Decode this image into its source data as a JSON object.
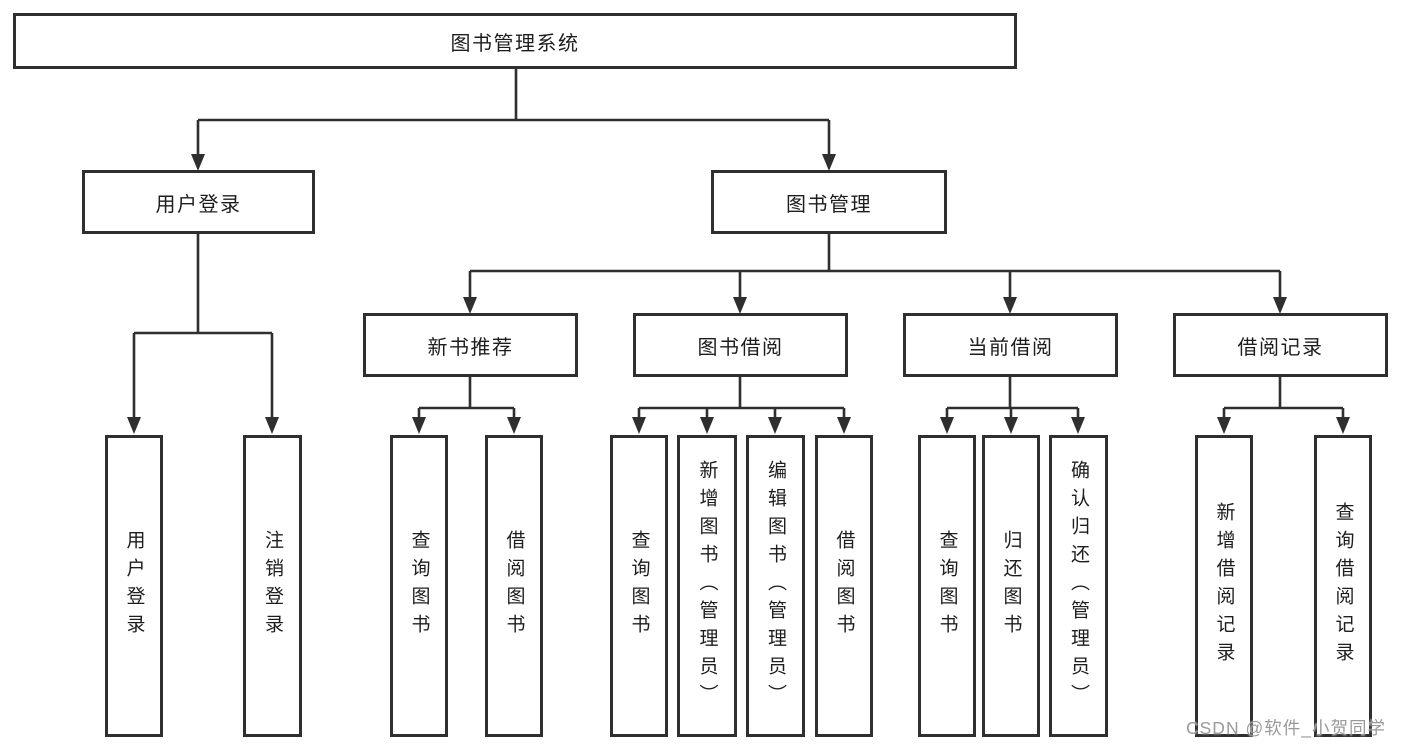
{
  "tree": {
    "label": "图书管理系统",
    "children": [
      {
        "label": "用户登录",
        "children": [
          {
            "label": "用户登录"
          },
          {
            "label": "注销登录"
          }
        ]
      },
      {
        "label": "图书管理",
        "children": [
          {
            "label": "新书推荐",
            "children": [
              {
                "label": "查询图书"
              },
              {
                "label": "借阅图书"
              }
            ]
          },
          {
            "label": "图书借阅",
            "children": [
              {
                "label": "查询图书"
              },
              {
                "label": "新增图书（管理员）"
              },
              {
                "label": "编辑图书（管理员）"
              },
              {
                "label": "借阅图书"
              }
            ]
          },
          {
            "label": "当前借阅",
            "children": [
              {
                "label": "查询图书"
              },
              {
                "label": "归还图书"
              },
              {
                "label": "确认归还（管理员）"
              }
            ]
          },
          {
            "label": "借阅记录",
            "children": [
              {
                "label": "新增借阅记录"
              },
              {
                "label": "查询借阅记录"
              }
            ]
          }
        ]
      }
    ]
  },
  "watermark": {
    "text": "CSDN @软件_小贺同学"
  },
  "colors": {
    "line": "#2f2f2f",
    "border": "#2f2f2f",
    "text": "#1d1d1d",
    "background": "#ffffff",
    "watermark": "#9a9a9a"
  }
}
